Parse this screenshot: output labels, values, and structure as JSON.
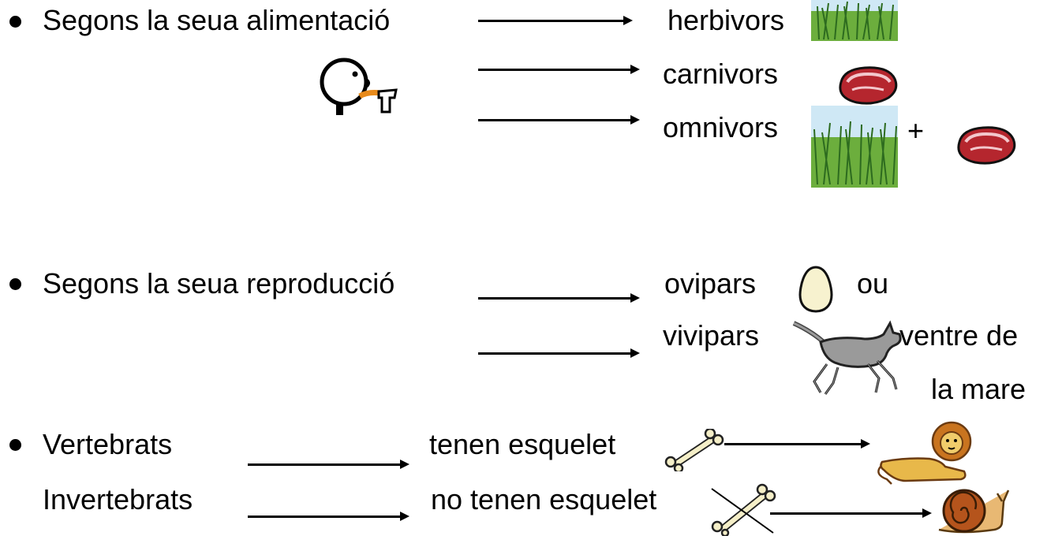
{
  "section_food": {
    "heading": "Segons la seua alimentació",
    "herbivores": "herbivors",
    "carnivores": "carnivors",
    "omnivores": "omnivors",
    "plus": "+"
  },
  "section_reproduction": {
    "heading": "Segons la seua reproducció",
    "oviparous": "ovipars",
    "or_word": "ou",
    "viviparous": "vivipars",
    "womb_line1": "ventre de",
    "womb_line2": "la mare"
  },
  "section_skeleton": {
    "vertebrates": "Vertebrats",
    "invertebrates": "Invertebrats",
    "has_skeleton": "tenen esquelet",
    "no_skeleton": "no tenen esquelet"
  },
  "icons": [
    "eating-person-icon",
    "grass-icon",
    "meat-icon",
    "egg-icon",
    "cat-icon",
    "bone-icon",
    "crossed-bone-icon",
    "lion-icon",
    "snail-icon"
  ],
  "colors": {
    "text": "#000000",
    "grass": "#3f8f2a",
    "sky": "#cfe8f5",
    "meat": "#b5262e",
    "egg": "#f7f2cf",
    "cat": "#9a9a9a",
    "bone": "#f5efc8",
    "lion": "#e8b84a",
    "snail_shell": "#b5541c"
  }
}
